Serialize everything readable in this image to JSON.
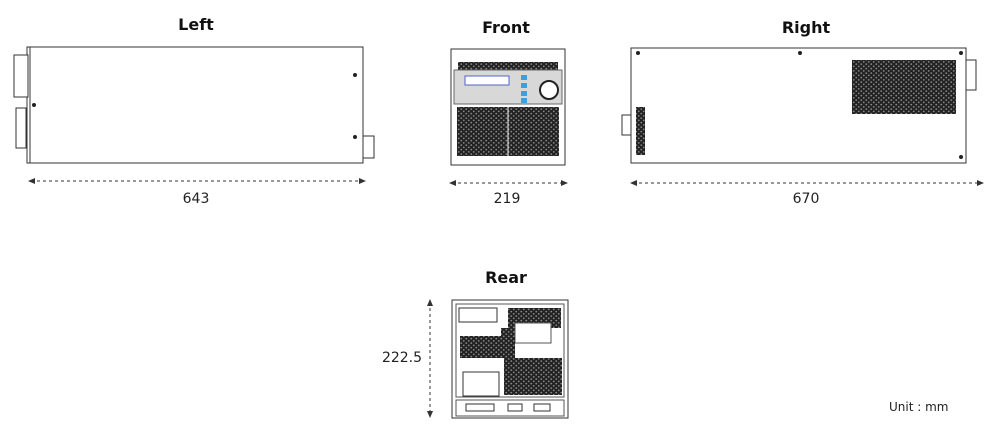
{
  "views": {
    "left": {
      "title": "Left",
      "dimension": "643"
    },
    "front": {
      "title": "Front",
      "dimension": "219"
    },
    "right": {
      "title": "Right",
      "dimension": "670"
    },
    "rear": {
      "title": "Rear",
      "dimension": "222.5"
    }
  },
  "unit_label": "Unit : mm",
  "colors": {
    "line": "#333333",
    "vent": "#2a2a2a",
    "panel": "#d8d8d8",
    "button": "#3aa0e0"
  }
}
